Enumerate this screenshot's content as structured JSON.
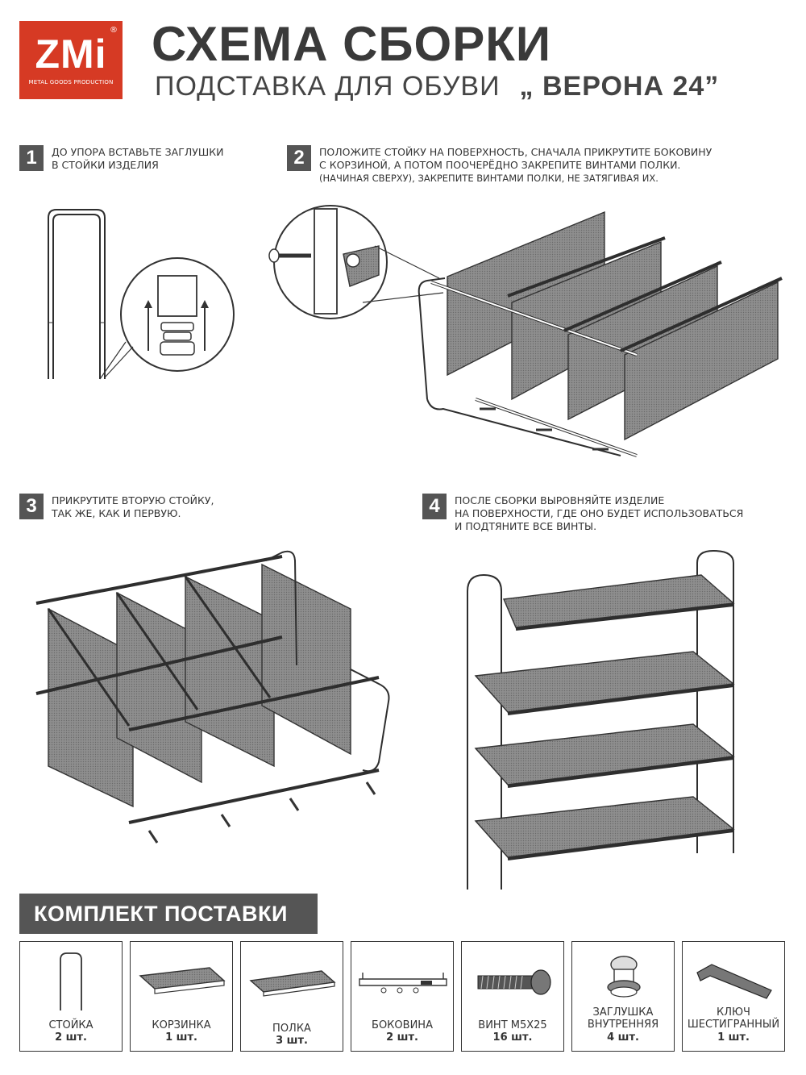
{
  "logo": {
    "brand": "ZMi",
    "reg": "®",
    "tagline": "METAL GOODS PRODUCTION"
  },
  "header": {
    "title": "СХЕМА СБОРКИ",
    "subtitle": "ПОДСТАВКА ДЛЯ ОБУВИ",
    "product": "„ ВЕРОНА 24”"
  },
  "steps": [
    {
      "num": "1",
      "lines": [
        "до упора вставьте заглушки",
        "в стойки изделия"
      ]
    },
    {
      "num": "2",
      "lines": [
        "положите стойку на поверхность, сначала прикрутите боковину",
        "с корзиной, а потом  поочерёдно  закрепите винтами полки.",
        "(начиная сверху), закрепите винтами полки, не затягивая их."
      ]
    },
    {
      "num": "3",
      "lines": [
        "прикрутите вторую стойку,",
        "так же, как и первую."
      ]
    },
    {
      "num": "4",
      "lines": [
        "после сборки выровняйте изделие",
        "на поверхности, где оно будет использоваться",
        "и подтяните все винты."
      ]
    }
  ],
  "kit": {
    "title": "КОМПЛЕКТ ПОСТАВКИ",
    "items": [
      {
        "name_lines": [
          "СТОЙКА"
        ],
        "qty": "2 шт.",
        "icon": "rack-post-icon"
      },
      {
        "name_lines": [
          "КОРЗИНКА"
        ],
        "qty": "1 шт.",
        "icon": "basket-icon"
      },
      {
        "name_lines": [
          "ПОЛКА"
        ],
        "qty": "3 шт.",
        "icon": "shelf-icon"
      },
      {
        "name_lines": [
          "БОКОВИНА"
        ],
        "qty": "2 шт.",
        "icon": "side-panel-icon"
      },
      {
        "name_lines": [
          "ВИНТ M5x25"
        ],
        "qty": "16 шт.",
        "icon": "screw-icon"
      },
      {
        "name_lines": [
          "ЗАГЛУШКА",
          "ВНУТРЕННЯЯ"
        ],
        "qty": "4 шт.",
        "icon": "plug-icon"
      },
      {
        "name_lines": [
          "КЛЮЧ",
          "ШЕСТИГРАННЫЙ"
        ],
        "qty": "1 шт.",
        "icon": "hex-key-icon"
      }
    ]
  },
  "colors": {
    "logo_red": "#d63a24",
    "badge_gray": "#555555",
    "mesh_gray": "#8a8a8a"
  }
}
